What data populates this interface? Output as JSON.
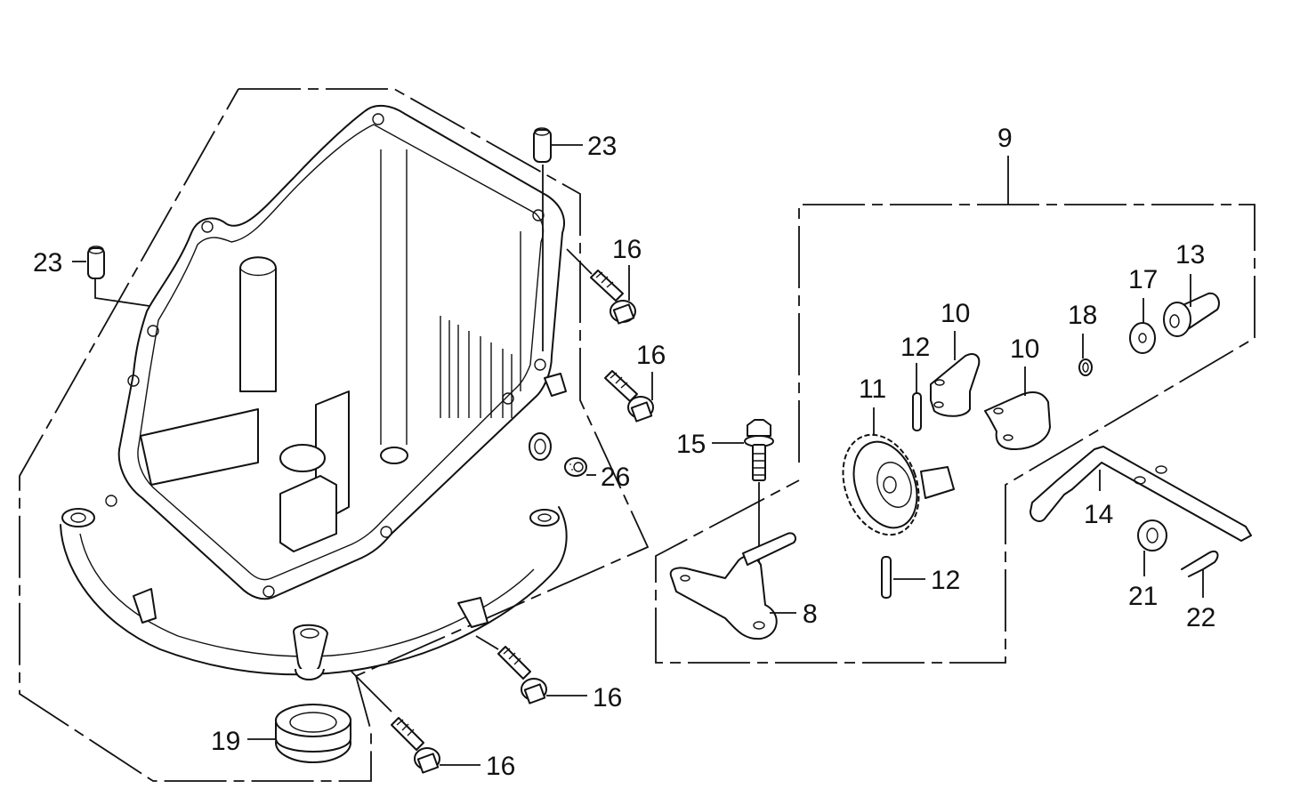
{
  "diagram": {
    "type": "exploded-parts-diagram",
    "subject": "crankcase cover (oil pan) assembly with governor assembly",
    "callouts": [
      {
        "id": "c23a",
        "label": "23",
        "part": "dowel pin"
      },
      {
        "id": "c23b",
        "label": "23",
        "part": "dowel pin"
      },
      {
        "id": "c16a",
        "label": "16",
        "part": "flange bolt"
      },
      {
        "id": "c16b",
        "label": "16",
        "part": "flange bolt"
      },
      {
        "id": "c16c",
        "label": "16",
        "part": "flange bolt"
      },
      {
        "id": "c16d",
        "label": "16",
        "part": "flange bolt"
      },
      {
        "id": "c26",
        "label": "26",
        "part": "oil seal / plug"
      },
      {
        "id": "c19",
        "label": "19",
        "part": "oil seal"
      },
      {
        "id": "c9",
        "label": "9",
        "part": "governor assembly (group)"
      },
      {
        "id": "c10a",
        "label": "10",
        "part": "governor weight"
      },
      {
        "id": "c10b",
        "label": "10",
        "part": "governor weight"
      },
      {
        "id": "c11",
        "label": "11",
        "part": "governor gear"
      },
      {
        "id": "c12a",
        "label": "12",
        "part": "pin"
      },
      {
        "id": "c12b",
        "label": "12",
        "part": "pin"
      },
      {
        "id": "c13",
        "label": "13",
        "part": "governor slider"
      },
      {
        "id": "c17",
        "label": "17",
        "part": "washer"
      },
      {
        "id": "c18",
        "label": "18",
        "part": "clip"
      },
      {
        "id": "c15",
        "label": "15",
        "part": "flange bolt"
      },
      {
        "id": "c8",
        "label": "8",
        "part": "governor holder"
      },
      {
        "id": "c14",
        "label": "14",
        "part": "governor arm shaft"
      },
      {
        "id": "c21",
        "label": "21",
        "part": "washer"
      },
      {
        "id": "c22",
        "label": "22",
        "part": "pin / clip"
      }
    ]
  }
}
